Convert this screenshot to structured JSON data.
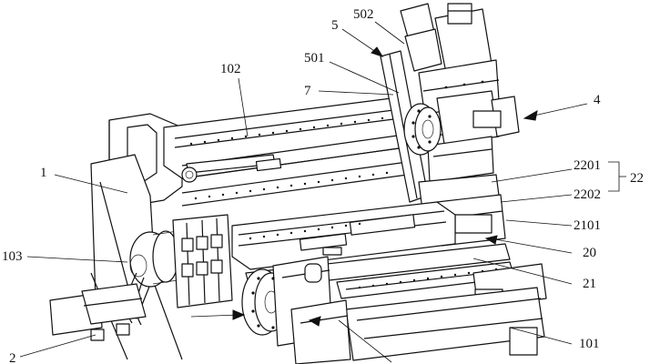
{
  "labels": {
    "l1": "1",
    "l2": "2",
    "l4": "4",
    "l5": "5",
    "l7": "7",
    "l20": "20",
    "l21": "21",
    "l22": "22",
    "l101": "101",
    "l102": "102",
    "l103": "103",
    "l501": "501",
    "l502": "502",
    "l2101": "2101",
    "l2201": "2201",
    "l2202": "2202"
  }
}
